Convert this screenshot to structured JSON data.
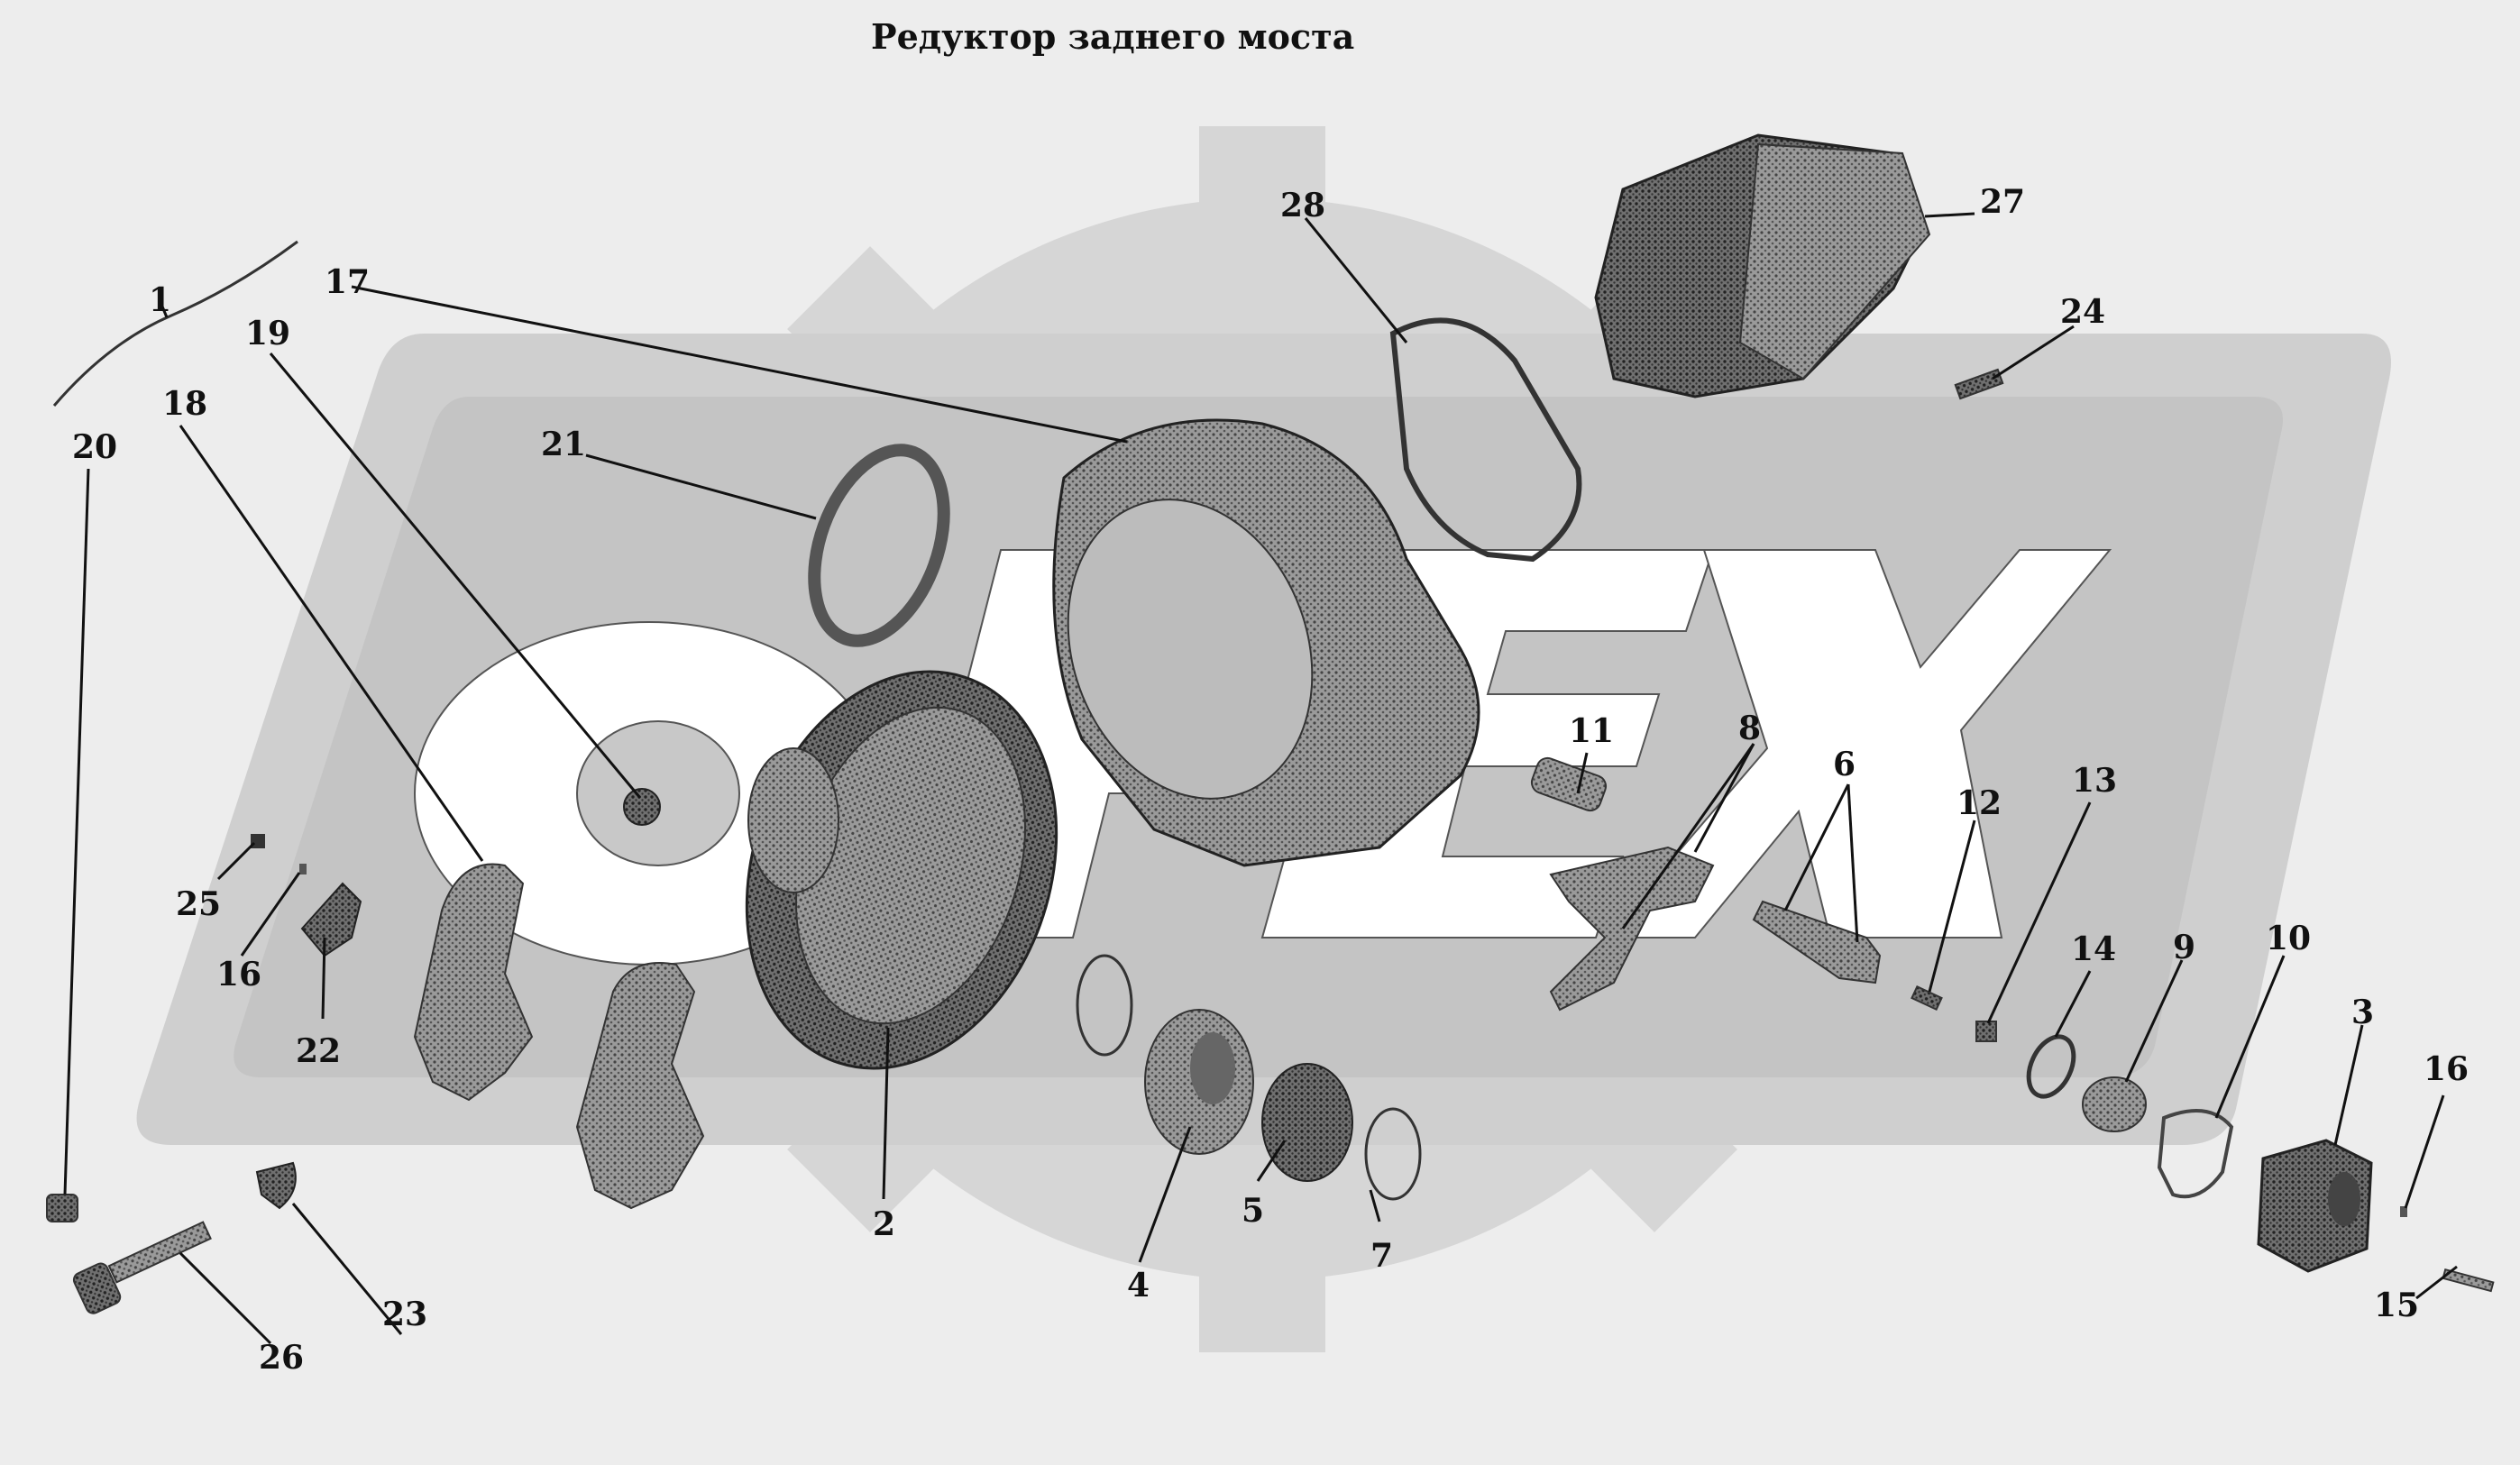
{
  "title": "Редуктор заднего моста",
  "callouts": [
    "1",
    "2",
    "3",
    "4",
    "5",
    "6",
    "7",
    "8",
    "9",
    "10",
    "11",
    "12",
    "13",
    "14",
    "15",
    "16",
    "16",
    "17",
    "18",
    "19",
    "20",
    "21",
    "22",
    "23",
    "24",
    "25",
    "26",
    "27",
    "28"
  ],
  "watermark": {
    "letters": "ОРЕХ",
    "shape": "gear-logo"
  },
  "colors": {
    "background": "#ededed",
    "watermark_outer": "#d4d4d4",
    "watermark_inner": "#c8c8c8",
    "parts": "#8a8a8a",
    "labels": "#111111"
  }
}
